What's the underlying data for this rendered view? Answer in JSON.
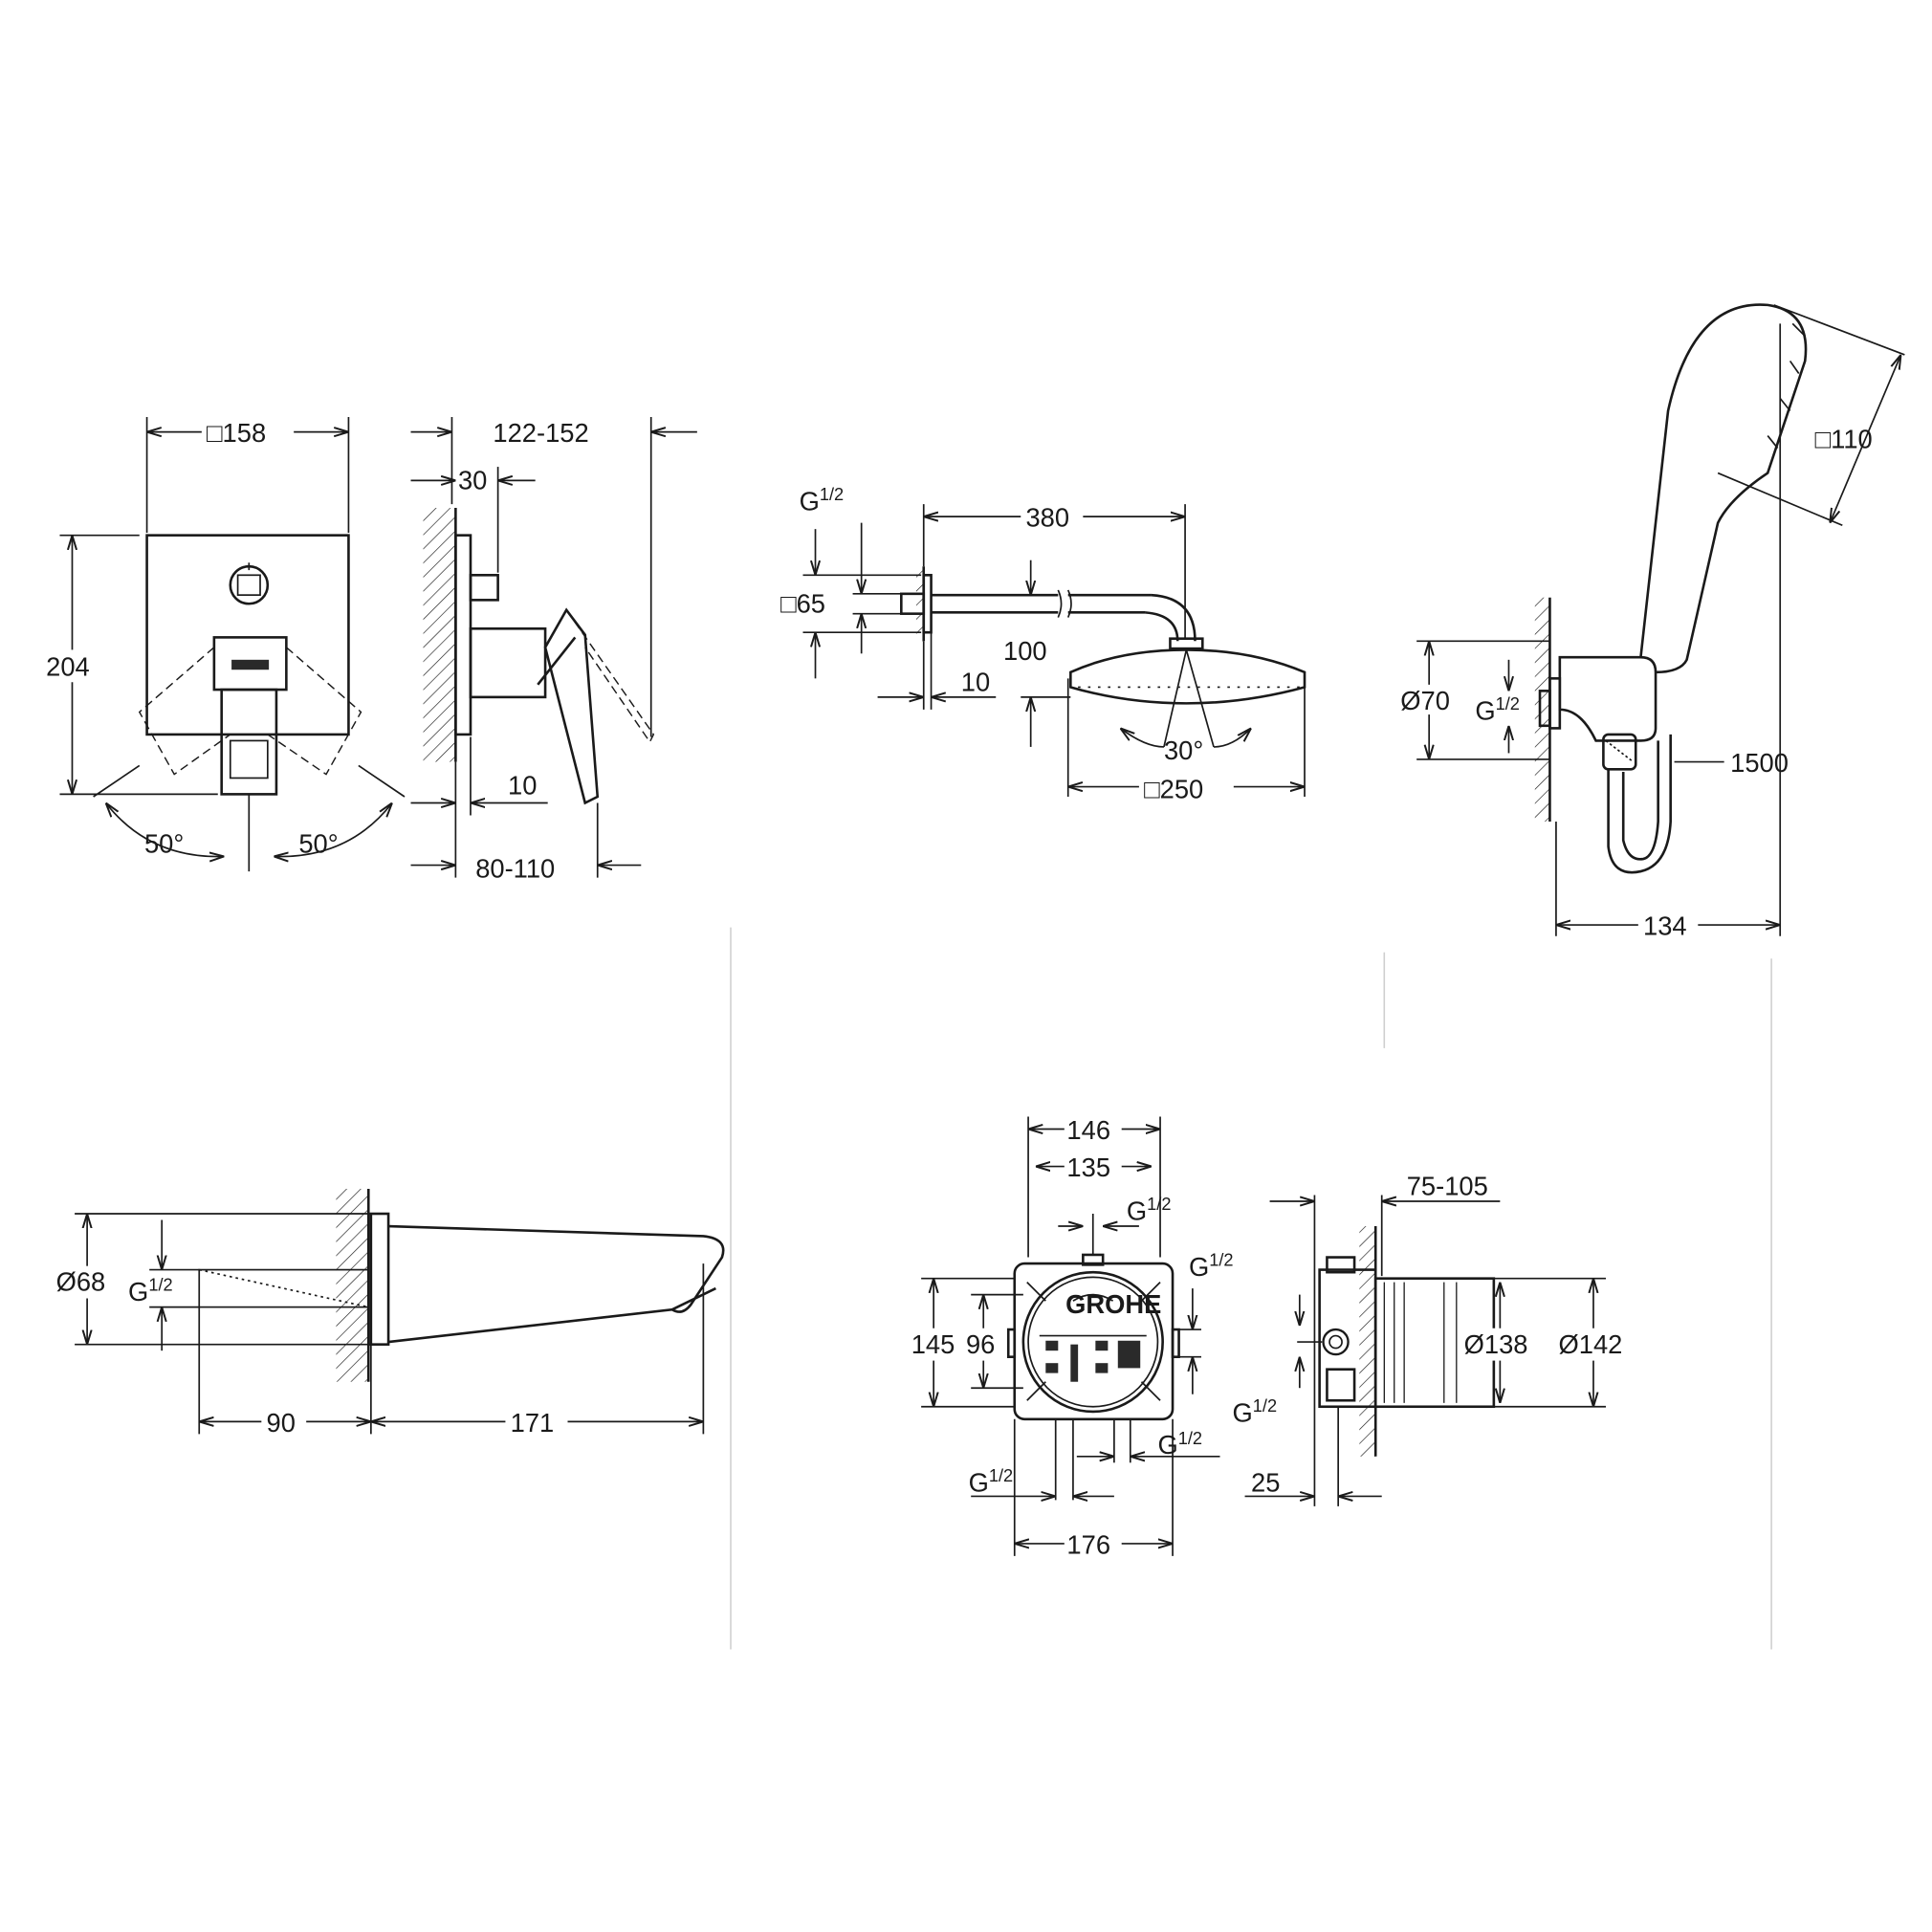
{
  "brand_logo": "GROHE",
  "mixer": {
    "width": "□158",
    "depth_range": "122-152",
    "plate_offset": "30",
    "height": "204",
    "wall_gap": "10",
    "angle_left": "50°",
    "angle_right": "50°",
    "projection": "80-110"
  },
  "head_shower": {
    "connection": "G",
    "connection_frac": "1/2",
    "arm_length": "380",
    "flange": "□65",
    "drop": "100",
    "wall_offset": "10",
    "tilt_angle": "30°",
    "head_size": "□250"
  },
  "hand_shower": {
    "head_size": "□110",
    "outlet_diameter": "Ø70",
    "connection": "G",
    "connection_frac": "1/2",
    "hose_length": "1500",
    "projection": "134"
  },
  "spout": {
    "diameter": "Ø68",
    "connection": "G",
    "connection_frac": "1/2",
    "pipe_length": "90",
    "spout_length": "171"
  },
  "rough_in": {
    "outer_width": "146",
    "inner_width": "135",
    "height": "145",
    "inner_height": "96",
    "base_width": "176",
    "depth_range": "75-105",
    "diameter_inner": "Ø138",
    "diameter_outer": "Ø142",
    "wall_depth": "25",
    "g": "G",
    "frac": "1/2"
  }
}
